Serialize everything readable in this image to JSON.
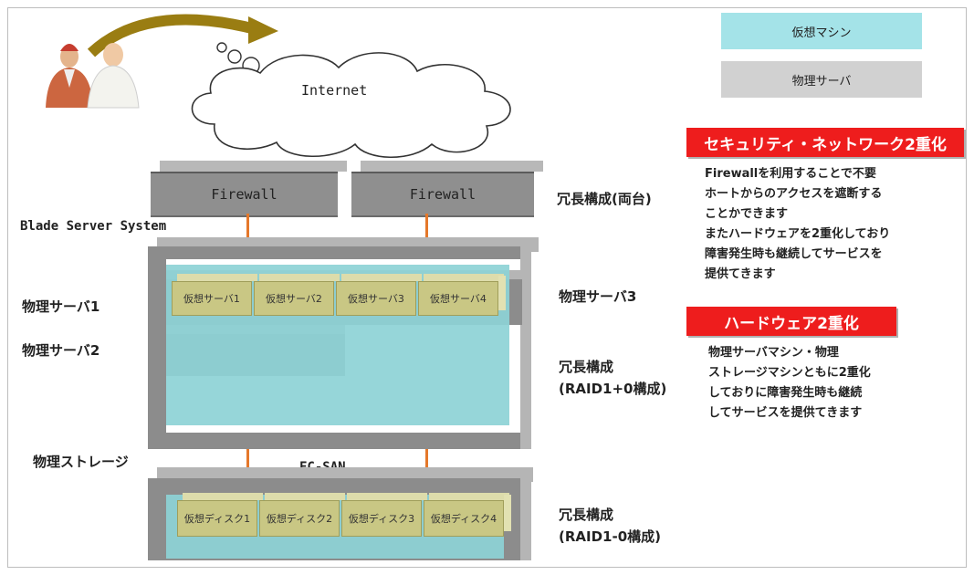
{
  "legend": {
    "vm": {
      "label": "仮想マシン",
      "color": "#a4e3e8"
    },
    "physical": {
      "label": "物理サーバ",
      "color": "#d1d1d1"
    }
  },
  "internet": {
    "label": "Internet"
  },
  "firewalls": [
    "Firewall",
    "Firewall"
  ],
  "blade_system": {
    "label": "Blade Server System"
  },
  "servers": {
    "physical_left": [
      "物理サーバ1",
      "物理サーバ2"
    ],
    "physical_right": "物理サーバ3",
    "virtual": [
      "仮想サーバ1",
      "仮想サーバ2",
      "仮想サーバ3",
      "仮想サーバ4"
    ]
  },
  "storage": {
    "label": "物理ストレージ",
    "fc": "FC-SAN",
    "disks": [
      "仮想ディスク1",
      "仮想ディスク2",
      "仮想ディスク3",
      "仮想ディスク4"
    ]
  },
  "redundancy": {
    "fw": "冗長構成(両台)",
    "server": [
      "冗長構成",
      "(RAID1+0構成)"
    ],
    "storage": [
      "冗長構成",
      "(RAID1-0構成)"
    ]
  },
  "security": {
    "title": "セキュリティ・ネットワーク2重化",
    "lines": [
      "Firewallを利用することで不要",
      "ホートからのアクセスを遮断する",
      "ことかできます",
      "またハードウェアを2重化しており",
      "障害発生時も継続してサービスを",
      "提供てきます"
    ]
  },
  "hardware": {
    "title": "ハードウェア2重化",
    "lines": [
      "物理サーバマシン・物理",
      "ストレージマシンともに2重化",
      "しておりに障害発生時も継続",
      "してサービスを提供てきます"
    ]
  },
  "colors": {
    "accent_red": "#ee1d1d",
    "teal": "#8dd3d6",
    "link_orange": "#e5782a",
    "rack_gray": "#8c8c8c",
    "cube_khaki": "#c9c784"
  }
}
